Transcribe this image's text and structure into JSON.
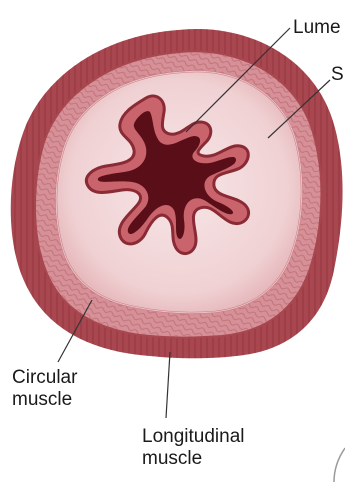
{
  "labels": {
    "lumen": "Lume",
    "submucosa": "S",
    "circular_muscle": "Circular\nmuscle",
    "longitudinal_muscle": "Longitudinal\nmuscle"
  },
  "colors": {
    "outer_ring": "#a8474f",
    "longitudinal_layer": "#c5737a",
    "circular_layer": "#d69198",
    "submucosa": "#f4dedf",
    "mucosa": "#e5a7ad",
    "mucosa_dark": "#7d1f2a",
    "lumen": "#5a0f18",
    "leader_line": "#333333"
  }
}
